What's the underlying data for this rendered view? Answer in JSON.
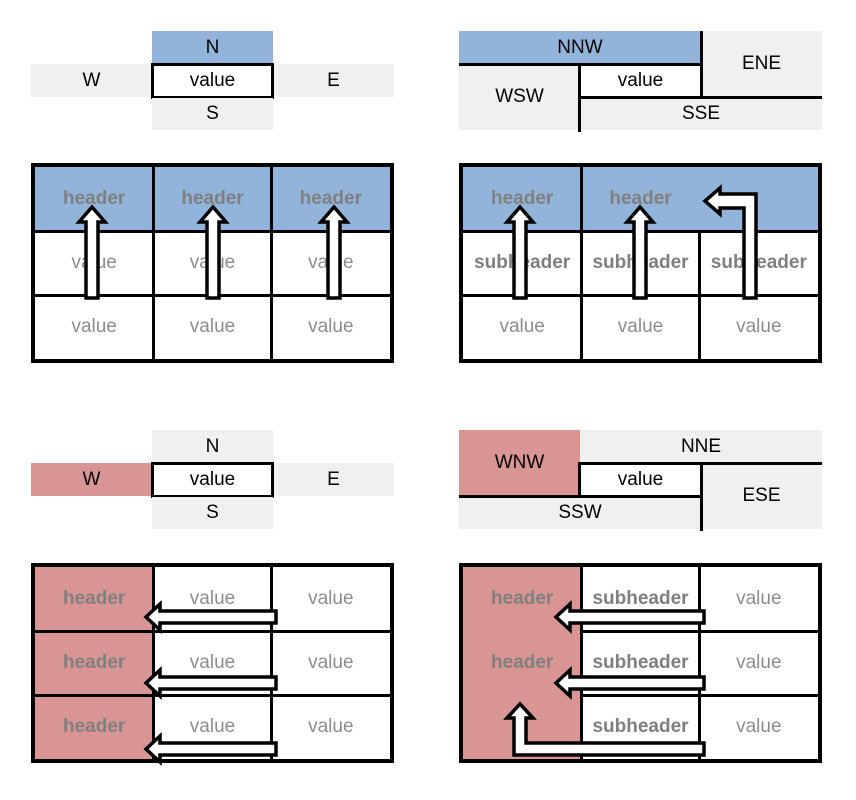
{
  "diagrams": {
    "top_left": {
      "north": "N",
      "south": "S",
      "west": "W",
      "east": "E",
      "center": "value",
      "highlight": "N",
      "highlight_color": "#93b4da"
    },
    "top_right": {
      "nnw": "NNW",
      "ene": "ENE",
      "wsw": "WSW",
      "sse": "SSE",
      "center": "value",
      "highlight": "NNW",
      "highlight_color": "#93b4da"
    },
    "bottom_left": {
      "north": "N",
      "south": "S",
      "west": "W",
      "east": "E",
      "center": "value",
      "highlight": "W",
      "highlight_color": "#d99594"
    },
    "bottom_right": {
      "wnw": "WNW",
      "nne": "NNE",
      "ssw": "SSW",
      "ese": "ESE",
      "center": "value",
      "highlight": "WNW",
      "highlight_color": "#d99594"
    }
  },
  "tables": {
    "top_left": {
      "header_color": "#93b4da",
      "rows": [
        [
          "header",
          "header",
          "header"
        ],
        [
          "value",
          "value",
          "value"
        ],
        [
          "value",
          "value",
          "value"
        ]
      ]
    },
    "top_right": {
      "header_color": "#93b4da",
      "rows": [
        [
          "header",
          "header",
          ""
        ],
        [
          "subheader",
          "subheader",
          "subheader"
        ],
        [
          "value",
          "value",
          "value"
        ]
      ]
    },
    "bottom_left": {
      "header_color": "#d99594",
      "rows": [
        [
          "header",
          "value",
          "value"
        ],
        [
          "header",
          "value",
          "value"
        ],
        [
          "header",
          "value",
          "value"
        ]
      ]
    },
    "bottom_right": {
      "header_color": "#d99594",
      "rows": [
        [
          "header",
          "subheader",
          "value"
        ],
        [
          "header",
          "subheader",
          "value"
        ],
        [
          "",
          "subheader",
          "value"
        ]
      ]
    }
  },
  "colors": {
    "blue": "#93b4da",
    "red": "#d99594",
    "gray": "#f0f0f0",
    "text_gray": "#7f7f7f"
  }
}
